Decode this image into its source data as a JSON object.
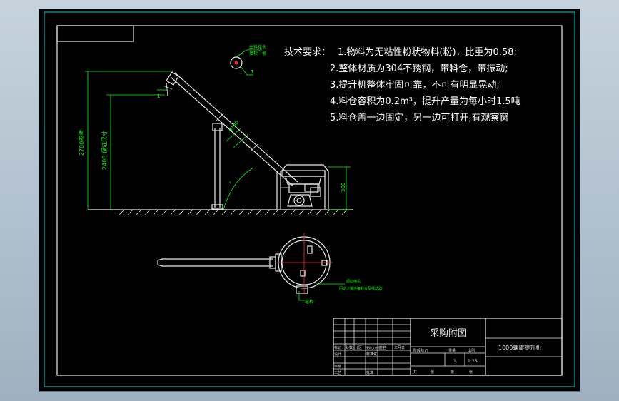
{
  "tech_requirements": {
    "heading": "技术要求：",
    "items": [
      "1.物料为无粘性粉状物料(粉)，比重为0.58;",
      "2.整体材质为304不锈钢，带料仓，带振动;",
      "3.提升机整体牢固可靠，不可有明显晃动;",
      "4.料仓容积为0.2m³，提升产量为每小时1.5吨",
      "5.料仓盖一边固定，另一边可打开,有观察窗"
    ]
  },
  "dimensions": {
    "total_height": "2700参考",
    "discharge_height": "2400  保证尺寸",
    "pipe_diameter": "φ140",
    "hopper_height": "300"
  },
  "callouts": {
    "detail_label": "出料接头",
    "detail_sub": "接软—根",
    "detail_leader": "1",
    "hopper_label_1": "振动电机",
    "hopper_label_2": "固定卡箍连接料仓及振动器",
    "motor_label": "电机",
    "outlet_leader": "1"
  },
  "title_block": {
    "drawing_type": "采购附图",
    "drawing_name": "1000螺旋提升机",
    "scale": "1:25",
    "sheet_count": "1",
    "header_cells": [
      "标记",
      "处数",
      "分区",
      "更改文件号",
      "签名",
      "年月日"
    ],
    "role_labels": [
      "设计",
      "标准化",
      "审核",
      "工艺",
      "批准"
    ],
    "stage_labels": [
      "阶段标记",
      "重量",
      "比例"
    ],
    "sheet_labels": [
      "共",
      "张",
      "第",
      "张"
    ]
  },
  "colors": {
    "frame": "#19c8c8",
    "lines": "#e8e8e8",
    "annotation": "#00ff00",
    "centerline": "#ff2a2a",
    "background": "#000000"
  }
}
